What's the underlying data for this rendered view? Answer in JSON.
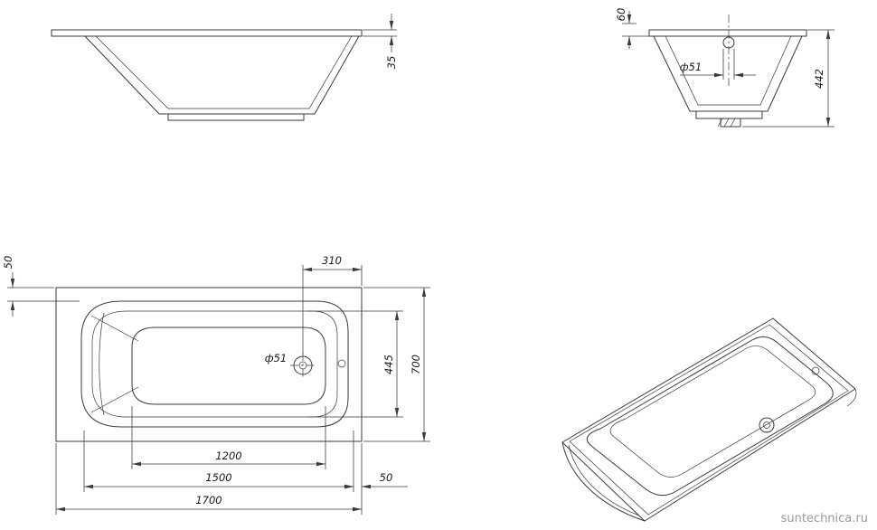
{
  "watermark": "suntechnica.ru",
  "colors": {
    "background": "#ffffff",
    "line": "#3a3a3a",
    "text": "#1a1a1a",
    "watermark": "#9a9a9a"
  },
  "side_view": {
    "dims": {
      "rim_height": "35"
    }
  },
  "end_view": {
    "dims": {
      "overflow_offset": "60",
      "drain_diameter": "ф51",
      "total_height": "442"
    }
  },
  "plan_view": {
    "dims": {
      "edge_offset": "50",
      "drain_to_end": "310",
      "drain_diameter": "ф51",
      "inner_width": "445",
      "total_width": "700",
      "bottom_length": "1200",
      "rim_length": "1500",
      "end_gap": "50",
      "total_length": "1700"
    }
  }
}
